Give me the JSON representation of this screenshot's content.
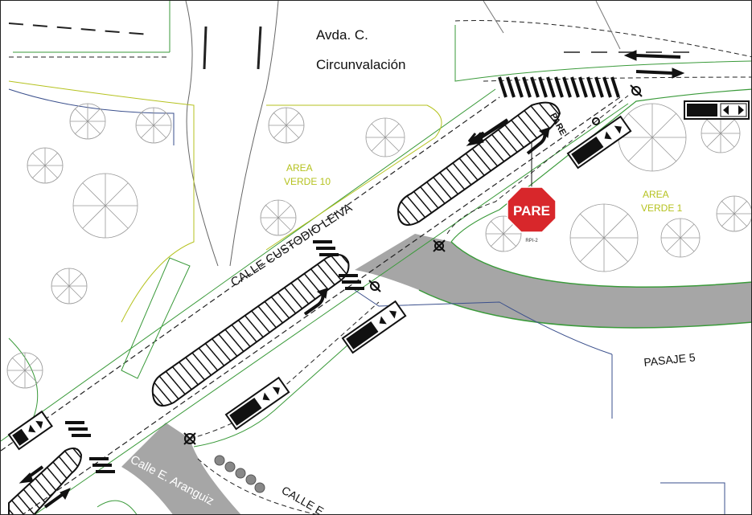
{
  "map": {
    "labels": {
      "avenue_line1": "Avda. C.",
      "avenue_line2": "Circunvalación",
      "street_custodio": "CALLE CUSTODIO LEIVA",
      "area_verde_10_line1": "AREA",
      "area_verde_10_line2": "VERDE  10",
      "area_verde_1_line1": "AREA",
      "area_verde_1_line2": "VERDE  1",
      "pasaje": "PASAJE 5",
      "street_aranguiz": "Calle E. Aranguiz",
      "street_calle_e": "CALLE E",
      "pare_sign": "PARE",
      "pare_code": "RPI-2",
      "pare_road_marking": "PARE"
    },
    "colors": {
      "road_gray": "#a6a6a6",
      "green_line": "#3a9a3a",
      "area_text": "#b5c21f",
      "stop_sign": "#d8272b",
      "lot_line": "#3a4f8c"
    }
  }
}
